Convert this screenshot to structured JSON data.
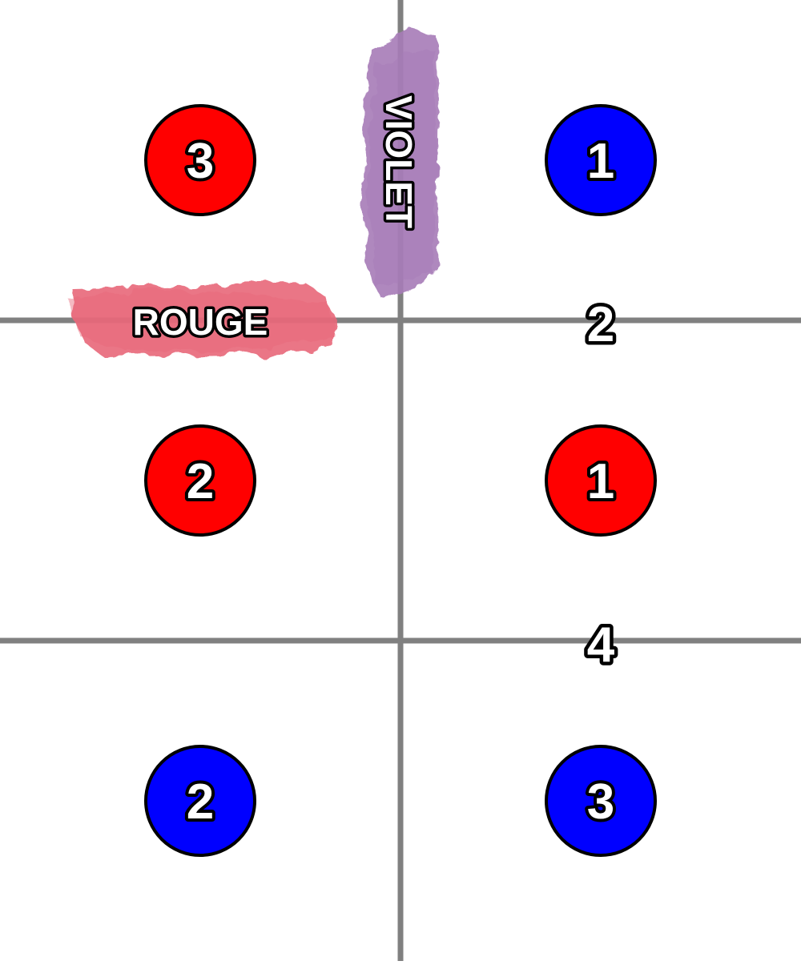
{
  "colors": {
    "background": "#ffffff",
    "grid_line": "#808080",
    "red_token": "#ff0000",
    "blue_token": "#0000ff",
    "token_outline": "#000000",
    "label_fill": "#ffffff",
    "rouge_swatch": "#e8677a",
    "violet_swatch": "#a77bb8"
  },
  "labels": {
    "rouge": "ROUGE",
    "violet": "VIOLET"
  },
  "tokens": [
    {
      "id": "token-red-3",
      "color": "red",
      "label": "3"
    },
    {
      "id": "token-blue-1",
      "color": "blue",
      "label": "1"
    },
    {
      "id": "token-red-2",
      "color": "red",
      "label": "2"
    },
    {
      "id": "token-red-1",
      "color": "red",
      "label": "1"
    },
    {
      "id": "token-blue-2",
      "color": "blue",
      "label": "2"
    },
    {
      "id": "token-blue-3",
      "color": "blue",
      "label": "3"
    }
  ],
  "line_labels": [
    {
      "id": "line-label-2",
      "label": "2"
    },
    {
      "id": "line-label-4",
      "label": "4"
    }
  ]
}
